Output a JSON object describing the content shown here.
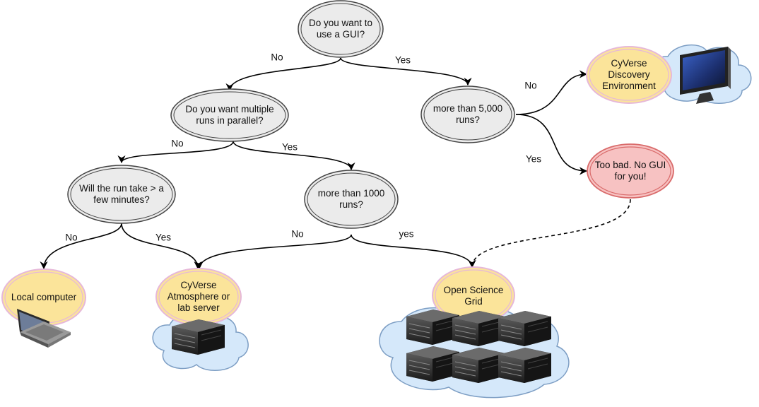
{
  "colors": {
    "decision_fill": "#ebebeb",
    "decision_stroke": "#444444",
    "outcome_fill": "#fbe49a",
    "outcome_stroke": "#e6b8d9",
    "warning_fill": "#f7c2c2",
    "warning_stroke": "#d96b6b",
    "cloud_fill": "#d5e8fa",
    "cloud_stroke": "#7d9ec4"
  },
  "nodes": {
    "gui": "Do you want to\nuse a GUI?",
    "parallel": "Do you want multiple\nruns in parallel?",
    "more_5000": "more than 5,000\nruns?",
    "minutes": "Will the run take > a\nfew minutes?",
    "more_1000": "more than 1000\nruns?",
    "discovery": "CyVerse\nDiscovery\nEnvironment",
    "too_bad": "Too bad. No GUI\nfor you!",
    "local": "Local computer",
    "atmosphere": "CyVerse\nAtmosphere or\nlab server",
    "osg": "Open Science\nGrid"
  },
  "edges": {
    "gui_no": "No",
    "gui_yes": "Yes",
    "parallel_no": "No",
    "parallel_yes": "Yes",
    "r5000_no": "No",
    "r5000_yes": "Yes",
    "minutes_no": "No",
    "minutes_yes": "Yes",
    "r1000_no": "No",
    "r1000_yes": "yes"
  },
  "icons": {
    "monitor": "monitor-icon",
    "laptop": "laptop-icon",
    "server": "server-icon",
    "cloud": "cloud-icon"
  }
}
